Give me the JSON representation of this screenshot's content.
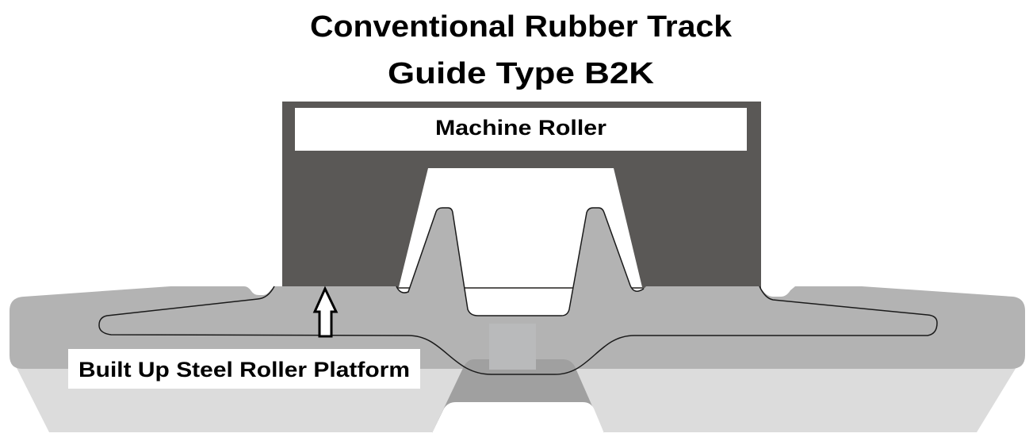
{
  "title": {
    "line1": "Conventional Rubber Track",
    "line2": "Guide Type B2K"
  },
  "labels": {
    "machine_roller": "Machine Roller",
    "platform": "Built Up Steel Roller Platform"
  },
  "colors": {
    "roller": "#5a5856",
    "track": "#b3b3b3",
    "platform": "#dcdcdc",
    "platform_center": "#a0a0a0",
    "outline": "#1a1a1a"
  },
  "icons": {
    "arrow": "up-arrow-outline"
  }
}
